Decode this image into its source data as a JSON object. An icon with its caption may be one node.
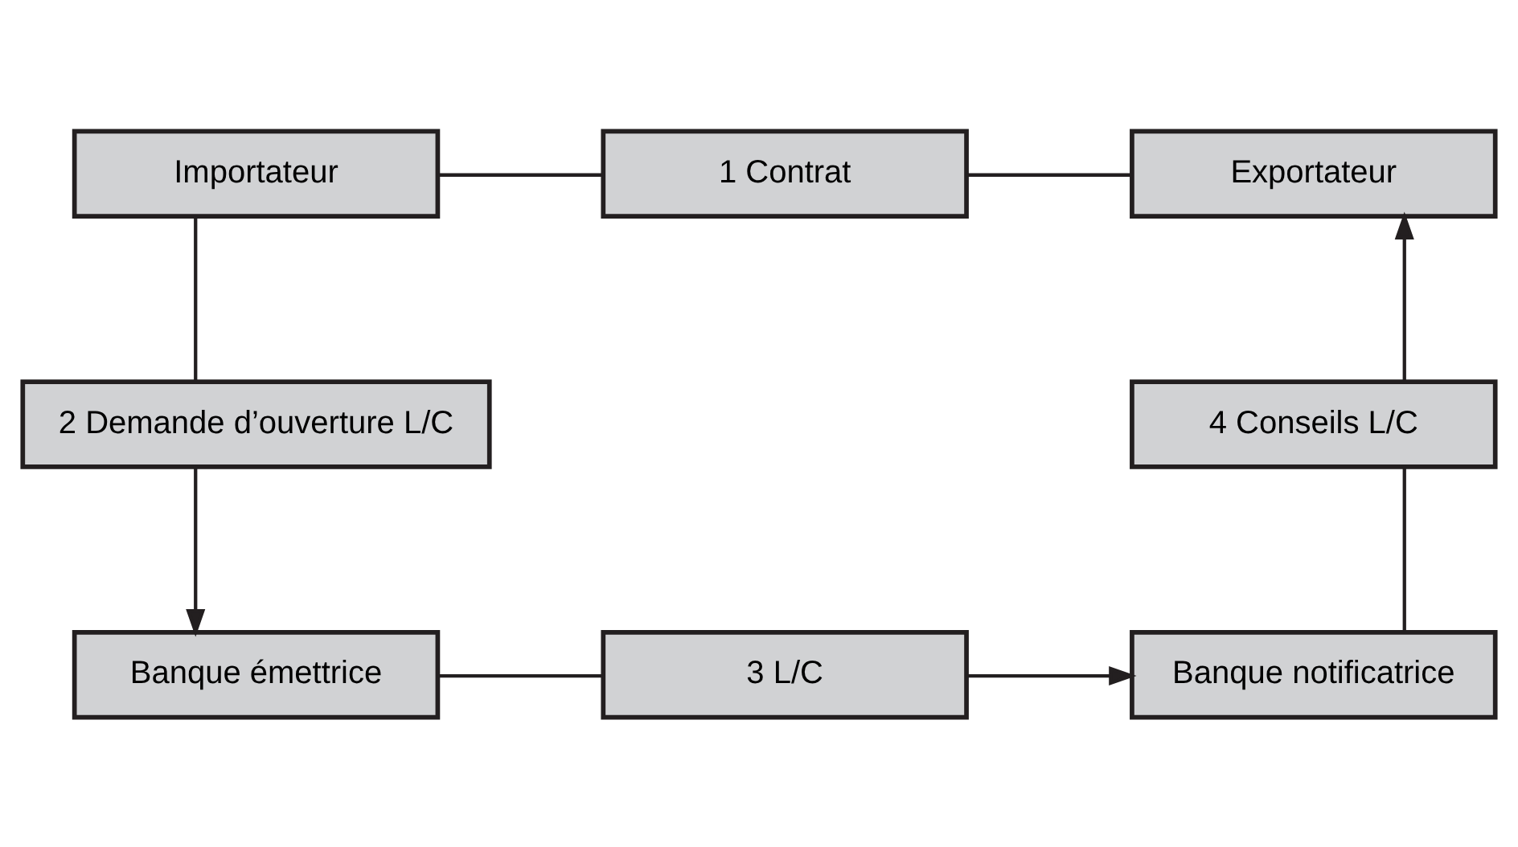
{
  "diagram": {
    "nodes": [
      {
        "text": [
          "Importateur"
        ]
      },
      {
        "text": [
          "1 Contrat"
        ]
      },
      {
        "text": [
          "Exportateur"
        ]
      },
      {
        "text": [
          "2 Demande d’ouverture L/C"
        ]
      },
      {
        "text": [
          "4 Conseils L/C"
        ]
      },
      {
        "text": [
          "Banque émettrice"
        ]
      },
      {
        "text": [
          "3 L/C"
        ]
      },
      {
        "text": [
          "Banque notificatrice"
        ]
      }
    ],
    "edges": [
      {
        "from": 0,
        "to": 1,
        "arrow": "none"
      },
      {
        "from": 1,
        "to": 2,
        "arrow": "none"
      },
      {
        "from": 0,
        "to": 3,
        "arrow": "none"
      },
      {
        "from": 3,
        "to": 5,
        "arrow": "to"
      },
      {
        "from": 4,
        "to": 2,
        "arrow": "to"
      },
      {
        "from": 5,
        "to": 6,
        "arrow": "none"
      },
      {
        "from": 6,
        "to": 7,
        "arrow": "to"
      },
      {
        "from": 7,
        "to": 4,
        "arrow": "none"
      }
    ]
  }
}
